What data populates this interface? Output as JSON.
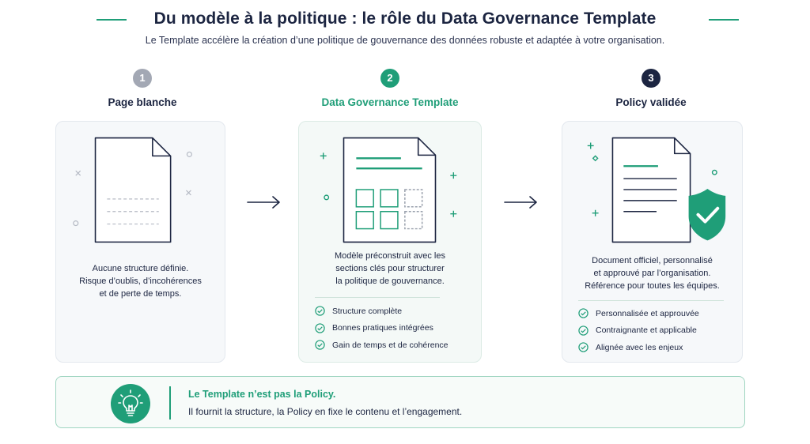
{
  "header": {
    "title": "Du modèle à la politique : le rôle du Data Governance Template",
    "subtitle": "Le Template accélère la création d’une politique de gouvernance des données robuste et adaptée à votre organisation."
  },
  "colors": {
    "navy": "#1c2541",
    "green": "#1f9e78",
    "gray": "#a3a8b4"
  },
  "steps": [
    {
      "number": "1",
      "title": "Page blanche",
      "description": [
        "Aucune structure définie.",
        "Risque d’oublis, d’incohérences",
        "et de perte de temps."
      ],
      "icon": "blank-document-icon"
    },
    {
      "number": "2",
      "title": "Data Governance Template",
      "description": [
        "Modèle préconstruit avec les",
        "sections clés pour structurer",
        "la politique de gouvernance."
      ],
      "icon": "template-document-icon",
      "checks": [
        "Structure complète",
        "Bonnes pratiques intégrées",
        "Gain de temps et de cohérence"
      ]
    },
    {
      "number": "3",
      "title": "Policy validée",
      "description": [
        "Document officiel, personnalisé",
        "et approuvé par l’organisation.",
        "Référence pour toutes les équipes."
      ],
      "icon": "shield-check-document-icon",
      "checks": [
        "Personnalisée et approuvée",
        "Contraignante et applicable",
        "Alignée avec les enjeux"
      ]
    }
  ],
  "banner": {
    "heading": "Le Template n’est pas la Policy.",
    "body": "Il fournit la structure, la Policy en fixe le contenu et l’engagement.",
    "icon": "lightbulb-icon"
  }
}
